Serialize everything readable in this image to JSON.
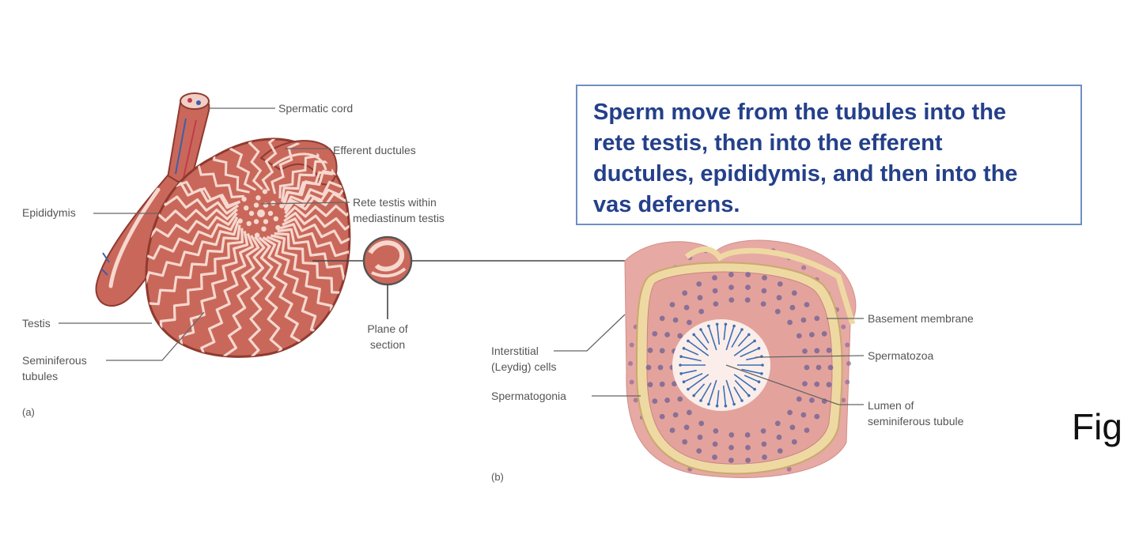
{
  "callout": {
    "lines": [
      "Sperm move from the tubules into the",
      "rete testis, then into the efferent",
      "ductules, epididymis, and then into the",
      "vas deferens."
    ]
  },
  "panel_a": {
    "label": "(a)",
    "labels": {
      "spermatic_cord": "Spermatic cord",
      "efferent_ductules": "Efferent ductules",
      "rete_testis_1": "Rete testis within",
      "rete_testis_2": "mediastinum testis",
      "epididymis": "Epididymis",
      "testis": "Testis",
      "seminiferous_1": "Seminiferous",
      "seminiferous_2": "tubules",
      "plane_1": "Plane of",
      "plane_2": "section"
    }
  },
  "panel_b": {
    "label": "(b)",
    "labels": {
      "basement_membrane": "Basement membrane",
      "spermatozoa": "Spermatozoa",
      "lumen_1": "Lumen of",
      "lumen_2": "seminiferous tubule",
      "interstitial_1": "Interstitial",
      "interstitial_2": "(Leydig) cells",
      "spermatogonia": "Spermatogonia"
    }
  },
  "fig_label": "Fig",
  "colors": {
    "callout_border": "#6f8fc4",
    "callout_text": "#24408a",
    "tissue": "#c9685a",
    "tissue_dark": "#8f3a30",
    "tubule_light": "#f6d8cf",
    "cell_pink": "#e6a9a3",
    "membrane": "#efd9a3",
    "lumen": "#fbeeea",
    "sperm": "#3d6fb3",
    "leader": "#666666"
  }
}
